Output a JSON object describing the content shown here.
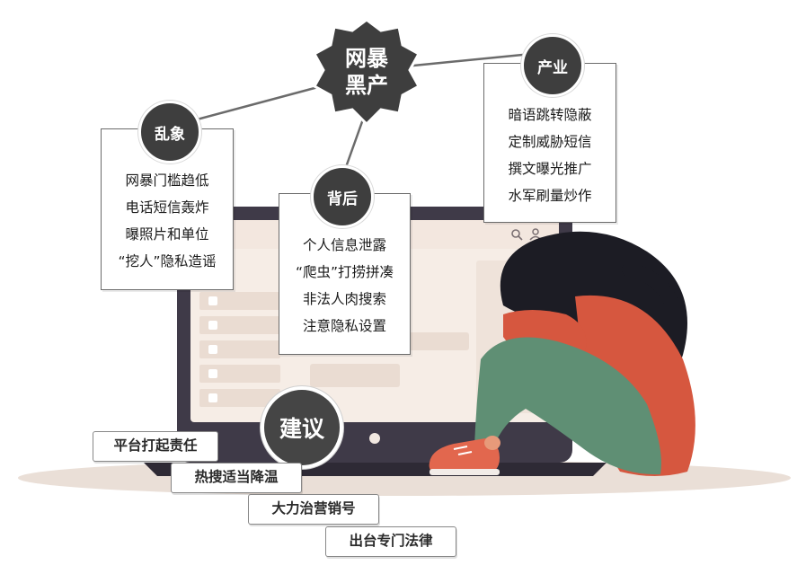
{
  "hub": {
    "label_line1": "网暴",
    "label_line2": "黑产"
  },
  "luanxiang": {
    "title": "乱象",
    "items": [
      "网暴门槛趋低",
      "电话短信轰炸",
      "曝照片和单位",
      "“挖人”隐私造谣"
    ]
  },
  "beihou": {
    "title": "背后",
    "items": [
      "个人信息泄露",
      "“爬虫”打捞拼凑",
      "非法人肉搜索",
      "注意隐私设置"
    ]
  },
  "chanye": {
    "title": "产业",
    "items": [
      "暗语跳转隐蔽",
      "定制威胁短信",
      "撰文曝光推广",
      "水军刷量炒作"
    ]
  },
  "jianyi": {
    "title": "建议",
    "items": [
      "平台打起责任",
      "热搜适当降温",
      "大力治营销号",
      "出台专门法律"
    ]
  },
  "colors": {
    "badge": "#3e3e3e",
    "screen_frame": "#3f3a48",
    "screen_bg": "#f6ede6",
    "ui_panel": "#eadcd2",
    "hair": "#1c1c24",
    "sweater": "#d6573f",
    "pants": "#5f8f74",
    "shoe": "#e2674e",
    "skin": "#e79a7a",
    "ground": "#eadfd7"
  },
  "icons": [
    "search-icon",
    "user-icon",
    "camera-icon"
  ]
}
